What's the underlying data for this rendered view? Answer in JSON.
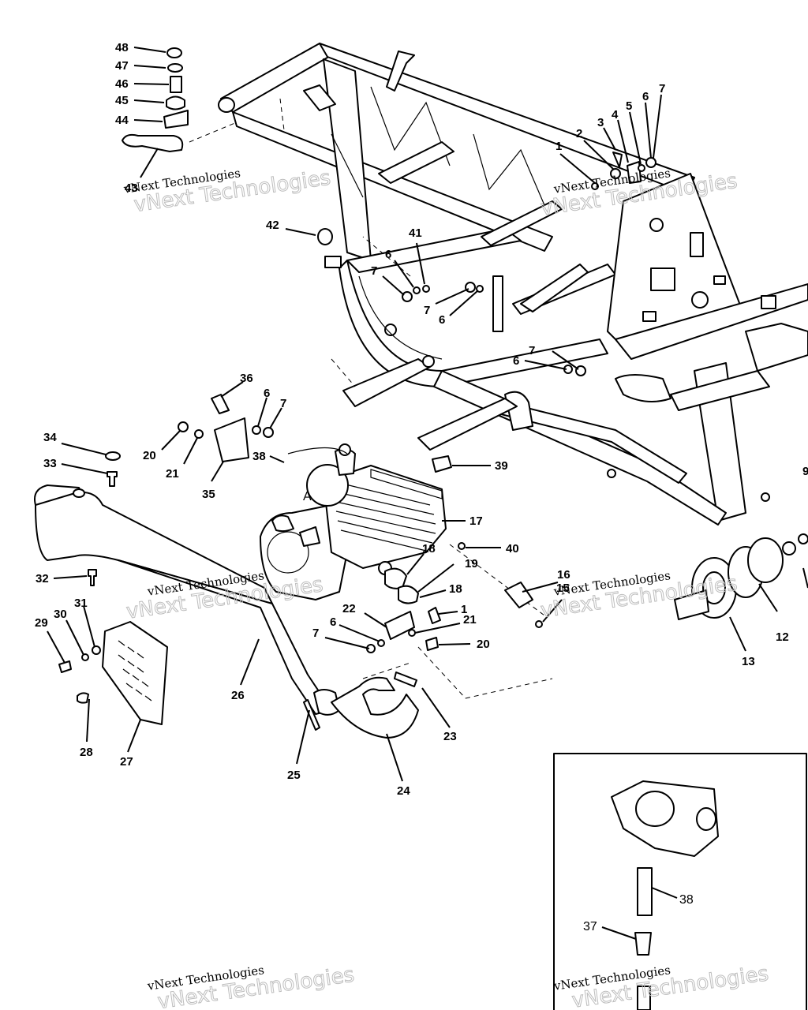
{
  "callouts": [
    {
      "id": "48",
      "text": "48"
    },
    {
      "id": "47",
      "text": "47"
    },
    {
      "id": "46",
      "text": "46"
    },
    {
      "id": "45",
      "text": "45"
    },
    {
      "id": "44",
      "text": "44"
    },
    {
      "id": "43",
      "text": "43"
    },
    {
      "id": "42",
      "text": "42"
    },
    {
      "id": "41",
      "text": "41"
    },
    {
      "id": "6a",
      "text": "6"
    },
    {
      "id": "7a",
      "text": "7"
    },
    {
      "id": "7b",
      "text": "7"
    },
    {
      "id": "6b",
      "text": "6"
    },
    {
      "id": "1a",
      "text": "1"
    },
    {
      "id": "2",
      "text": "2"
    },
    {
      "id": "3",
      "text": "3"
    },
    {
      "id": "4",
      "text": "4"
    },
    {
      "id": "5",
      "text": "5"
    },
    {
      "id": "6c",
      "text": "6"
    },
    {
      "id": "7c",
      "text": "7"
    },
    {
      "id": "7d",
      "text": "7"
    },
    {
      "id": "6d",
      "text": "6"
    },
    {
      "id": "36",
      "text": "36"
    },
    {
      "id": "6e",
      "text": "6"
    },
    {
      "id": "7e",
      "text": "7"
    },
    {
      "id": "34",
      "text": "34"
    },
    {
      "id": "20a",
      "text": "20"
    },
    {
      "id": "21a",
      "text": "21"
    },
    {
      "id": "38a",
      "text": "38"
    },
    {
      "id": "39",
      "text": "39"
    },
    {
      "id": "33",
      "text": "33"
    },
    {
      "id": "35",
      "text": "35"
    },
    {
      "id": "17",
      "text": "17"
    },
    {
      "id": "A",
      "text": "A"
    },
    {
      "id": "18a",
      "text": "18"
    },
    {
      "id": "40",
      "text": "40"
    },
    {
      "id": "19",
      "text": "19"
    },
    {
      "id": "18b",
      "text": "18"
    },
    {
      "id": "32",
      "text": "32"
    },
    {
      "id": "16",
      "text": "16"
    },
    {
      "id": "15",
      "text": "15"
    },
    {
      "id": "1b",
      "text": "1"
    },
    {
      "id": "22",
      "text": "22"
    },
    {
      "id": "21b",
      "text": "21"
    },
    {
      "id": "6f",
      "text": "6"
    },
    {
      "id": "7f",
      "text": "7"
    },
    {
      "id": "20b",
      "text": "20"
    },
    {
      "id": "31",
      "text": "31"
    },
    {
      "id": "30",
      "text": "30"
    },
    {
      "id": "29",
      "text": "29"
    },
    {
      "id": "12",
      "text": "12"
    },
    {
      "id": "13",
      "text": "13"
    },
    {
      "id": "26",
      "text": "26"
    },
    {
      "id": "23",
      "text": "23"
    },
    {
      "id": "28",
      "text": "28"
    },
    {
      "id": "27",
      "text": "27"
    },
    {
      "id": "25",
      "text": "25"
    },
    {
      "id": "24",
      "text": "24"
    },
    {
      "id": "38b",
      "text": "38"
    },
    {
      "id": "37",
      "text": "37"
    },
    {
      "id": "9",
      "text": "9"
    }
  ],
  "watermarks": [
    {
      "id": "wm1",
      "line1": "vNext Technologies",
      "line2": "vNext Technologies"
    },
    {
      "id": "wm2",
      "line1": "vNext Technologies",
      "line2": "vNext Technologies"
    },
    {
      "id": "wm3",
      "line1": "vNext Technologies",
      "line2": "vNext Technologies"
    },
    {
      "id": "wm4",
      "line1": "vNext Technologies",
      "line2": "vNext Technologies"
    },
    {
      "id": "wm5",
      "line1": "vNext Technologies",
      "line2": "vNext Technologies"
    },
    {
      "id": "wm6",
      "line1": "vNext Technologies",
      "line2": "vNext Technologies"
    }
  ]
}
